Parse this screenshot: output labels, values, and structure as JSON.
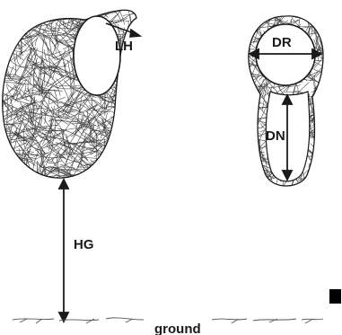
{
  "labels": {
    "lh": "LH",
    "dr": "DR",
    "dn": "DN",
    "hg": "HG",
    "ground": "ground"
  },
  "colors": {
    "ink": "#1a1a1a",
    "paper": "#ffffff"
  }
}
